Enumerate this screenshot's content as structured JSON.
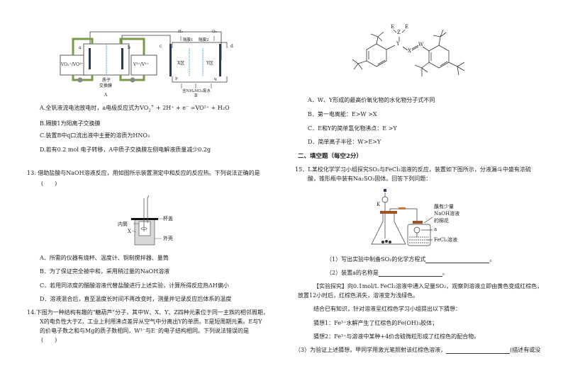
{
  "left_column": {
    "figure_ab": {
      "label_a_tank": "VO₂⁺/VO²⁺",
      "label_b_tank": "V³⁺/V²⁺",
      "electrode_a": "a",
      "electrode_b": "b",
      "membrane_label_line1": "质子",
      "membrane_label_line2": "交换膜",
      "caption_a": "A",
      "electrode_c": "c",
      "electrode_d": "d",
      "gas_h2": "H₂",
      "gas_o2": "O₂",
      "membrane1": "隔膜1",
      "membrane2": "隔膜2",
      "zone_x": "X区",
      "zone_y": "Y区",
      "outlet_p": "P",
      "outlet_q": "q",
      "inlet": "含NH₄NO₃废水",
      "caption_b": "B"
    },
    "q12_options": [
      {
        "key": "A",
        "text_pre": "A.全钒液流电池放电时，a电极反应式为VO",
        "text_post": " + 2H⁺ + e⁻ =VO²⁺ + H₂O"
      },
      {
        "key": "B",
        "text": "B.隔膜1为阳离子交换膜"
      },
      {
        "key": "C",
        "text": "C.装置B中q口流出液中主要的溶质为HNO₃"
      },
      {
        "key": "D",
        "text": "D.若有0.2 mol 电子转移，A中质子交换膜左侧电解液质量减少0.2g"
      }
    ],
    "q13": {
      "number": "13.",
      "stem": "借助盐酸与NaOH溶液反应，用如图所示装置测定中和反应的反应热。下列说法正确的是",
      "paren": "(　　)",
      "figure": {
        "lid": "杯盖",
        "inner": "内筒",
        "x": "X",
        "outer": "外壳"
      },
      "options": [
        "A．所需的仪器有烧杯、温度计、铜制搅拌器、量筒",
        "B．为了保证完全被中和，采用稍过量的NaOH溶液",
        "C．若用同浓度的醋酸溶液代替盐酸进行上述实验，计算所得反应热ΔH偏小",
        "D．溶液混合后，直至温度长时间不再改变时，测量并记录反应后体系的温度"
      ]
    },
    "q14": {
      "number": "14.",
      "line1": "下图为一种结构有趣的\"糖葫芦\"分子，其中W、X、Y、Z四种元素位于同一主族的相邻周期，",
      "line2": "X的电负性大于Z，工业上利用沸点差异从空气中分离出Y的单质。E是短周期元素。E与Y",
      "line3": "的价电子数之和与Mg的质子数相同，W³⁻与E⁻的电子结构相同。下列说法错误的是",
      "paren": "(　　)"
    }
  },
  "right_column": {
    "molecule": {
      "atoms": [
        "E",
        "Z",
        "E",
        "Y",
        "X",
        "W"
      ]
    },
    "q14_options": [
      "A．W、Y形成的最高价氧化物的水化物分子式不同",
      "B．第一电离能：E>W >X",
      "C．E和Y的简单氢化物沸点：E >Y",
      "D．简单离子半径：W>E>Y"
    ],
    "section_title": "二、填空题（每空2分）",
    "q15": {
      "number": "15．",
      "line1": "Ⅰ.某校化学学习小组探究SO₂与FeCl₃溶液的反应，装置如下图所示，分液漏斗中盛有浓硫",
      "line2": "酸，锥形瓶中装有Na₂SO₃固体。回答下列问题：",
      "figure": {
        "k": "K",
        "cotton_line1": "蘸有少量",
        "cotton_line2": "NaOH溶液",
        "cotton_line3": "的棉花",
        "a": "a",
        "solution": "FeCl₃溶液"
      },
      "sub1": "（1）写出实验中制备SO₂的化学方程式",
      "sub1_end": "。",
      "sub2": "（2）装置a的名称是",
      "sub2_end": "。",
      "explore_line1": "【实验探究】向0.1mol/L FeCl₃溶液中通入足量SO₂，观察到溶液立即由黄色变成红棕色，",
      "explore_line2": "放置12小时后，红棕色消失，溶液变为浅绿色。",
      "combine": "结合已有知识，针对溶液呈红棕色学习小组提出以下猜想：",
      "guess1": "猜想1：Fe³⁺水解产生了红棕色的Fe(OH)₃胶体；",
      "guess2": "猜想2：Fe³⁺与溶液中某种+4价含硫微粒形成了红棕色的配合物。",
      "sub3": "（3）为验证上述猜想，甲同学用激光笔照射该红棕色溶液，",
      "sub3_end": "(描述有或没"
    }
  },
  "colors": {
    "pipe_green": "#7a9a4a",
    "electrode_blue": "#2a3a5c",
    "membrane_cyan": "#5ab0d8",
    "calorimeter_gray": "#d8d8d8",
    "stopper_brown": "#a0522d"
  }
}
